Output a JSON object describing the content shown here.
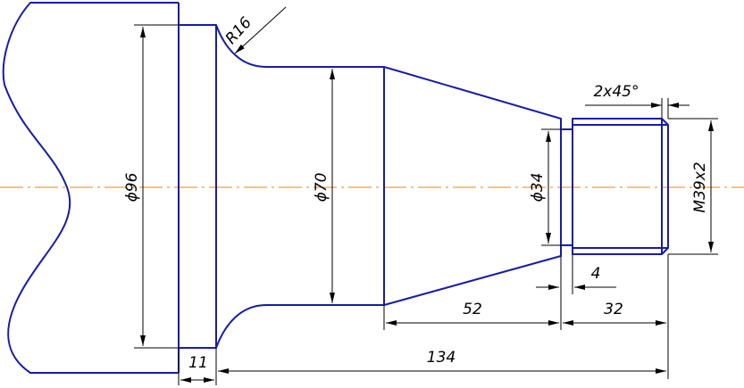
{
  "dimensions": {
    "phi96": "ϕ96",
    "phi70": "ϕ70",
    "phi34": "ϕ34",
    "thread": "M39x2",
    "chamfer": "2x45°",
    "r16": "R16",
    "d11": "11",
    "d134": "134",
    "d52": "52",
    "d32": "32",
    "d4": "4"
  },
  "colors": {
    "part": "#1a1aa8",
    "axis": "#d98a1f",
    "dimension": "#000000"
  }
}
